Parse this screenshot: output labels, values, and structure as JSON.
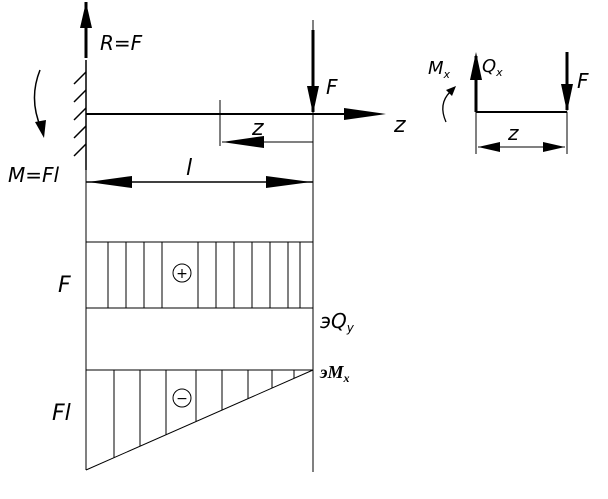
{
  "diagram": {
    "reaction_label": "R=F",
    "moment_label": "M=Fl",
    "force_label": "F",
    "z_label": "z",
    "axis_z_label": "z",
    "length_label": "l",
    "shear_value_label": "F",
    "shear_sign": "+",
    "shear_diagram_label": "эQ",
    "shear_subscript": "y",
    "moment_value_label": "Fl",
    "moment_sign": "−",
    "moment_diagram_label": "эM",
    "moment_subscript": "x",
    "section": {
      "moment_label": "M",
      "moment_subscript": "x",
      "shear_label": "Q",
      "shear_subscript": "x",
      "force_label": "F",
      "z_label": "z"
    }
  }
}
